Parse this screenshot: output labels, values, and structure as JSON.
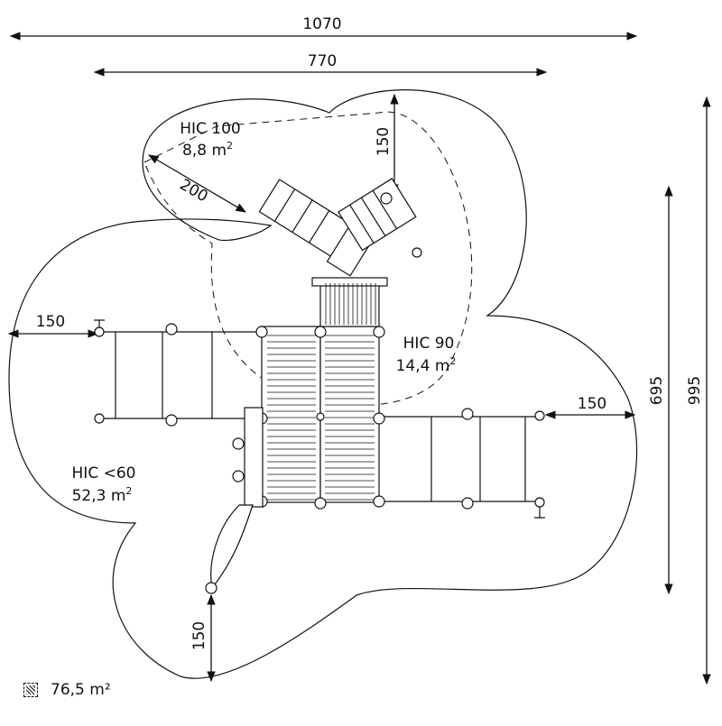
{
  "dimensions": {
    "overall_width": "1070",
    "inner_width": "770",
    "top_clearance": "150",
    "slide_distance": "200",
    "left_clearance": "150",
    "right_clearance": "150",
    "bottom_clearance": "150",
    "inner_height": "695",
    "overall_height": "995"
  },
  "zones": {
    "hic100": {
      "title": "HIC 100",
      "area": "8,8 m",
      "exp": "2"
    },
    "hic90": {
      "title": "HIC 90",
      "area": "14,4 m",
      "exp": "2"
    },
    "hic60": {
      "title": "HIC <60",
      "area": "52,3 m",
      "exp": "2"
    }
  },
  "legend": {
    "total_area": "76,5 m²"
  },
  "colors": {
    "line": "#111111",
    "background": "#ffffff"
  }
}
